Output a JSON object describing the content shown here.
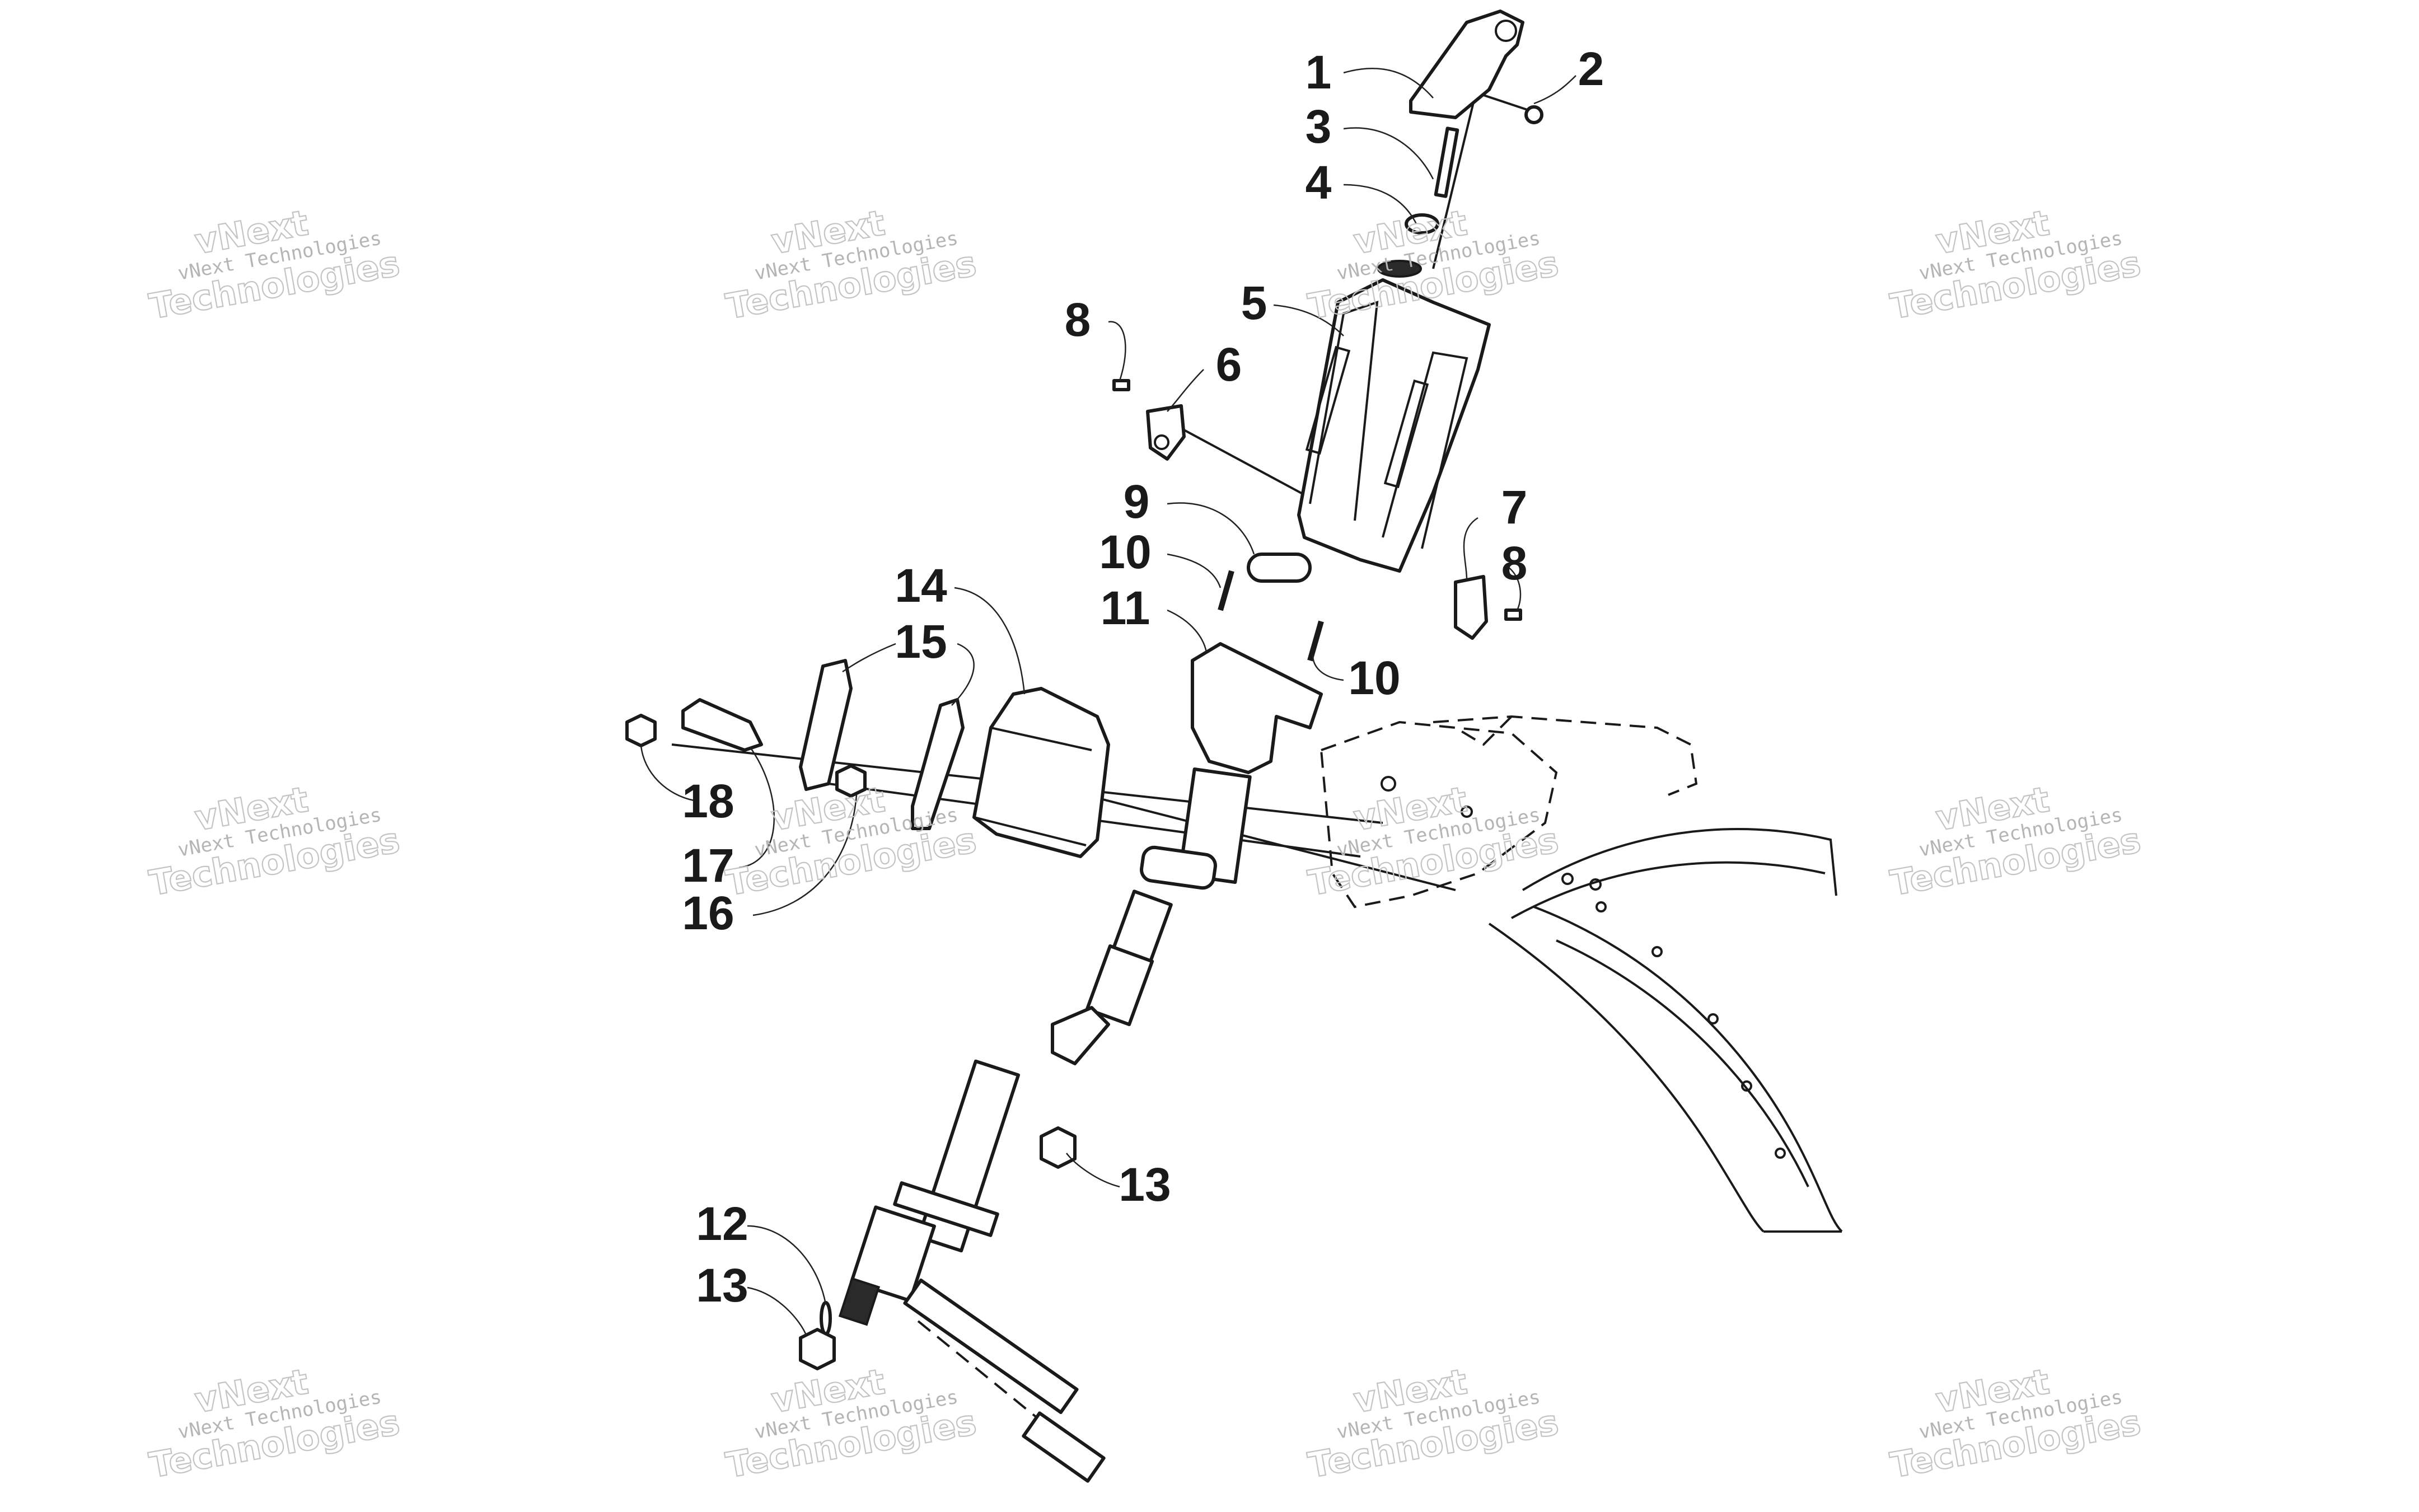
{
  "watermarks": [
    {
      "line1": "vNext Technologies",
      "line2": "Technologies"
    },
    {
      "line1": "vNext Technologies",
      "line2": "Technologies"
    },
    {
      "line1": "vNext Technologies",
      "line2": "Technologies"
    },
    {
      "line1": "vNext Technologies",
      "line2": "Technologies"
    },
    {
      "line1": "vNext Technologies",
      "line2": "Technologies"
    },
    {
      "line1": "vNext Technologies",
      "line2": "Technologies"
    },
    {
      "line1": "vNext Technologies",
      "line2": "Technologies"
    },
    {
      "line1": "vNext Technologies",
      "line2": "Technologies"
    },
    {
      "line1": "vNext Technologies",
      "line2": "Technologies"
    },
    {
      "line1": "vNext Technologies",
      "line2": "Technologies"
    },
    {
      "line1": "vNext Technologies",
      "line2": "Technologies"
    },
    {
      "line1": "vNext Technologies",
      "line2": "Technologies"
    }
  ],
  "watermark_badge": "vNext",
  "callouts": [
    "1",
    "2",
    "3",
    "4",
    "5",
    "6",
    "7",
    "8",
    "8",
    "9",
    "10",
    "10",
    "11",
    "12",
    "13",
    "13",
    "14",
    "15",
    "16",
    "17",
    "18"
  ]
}
